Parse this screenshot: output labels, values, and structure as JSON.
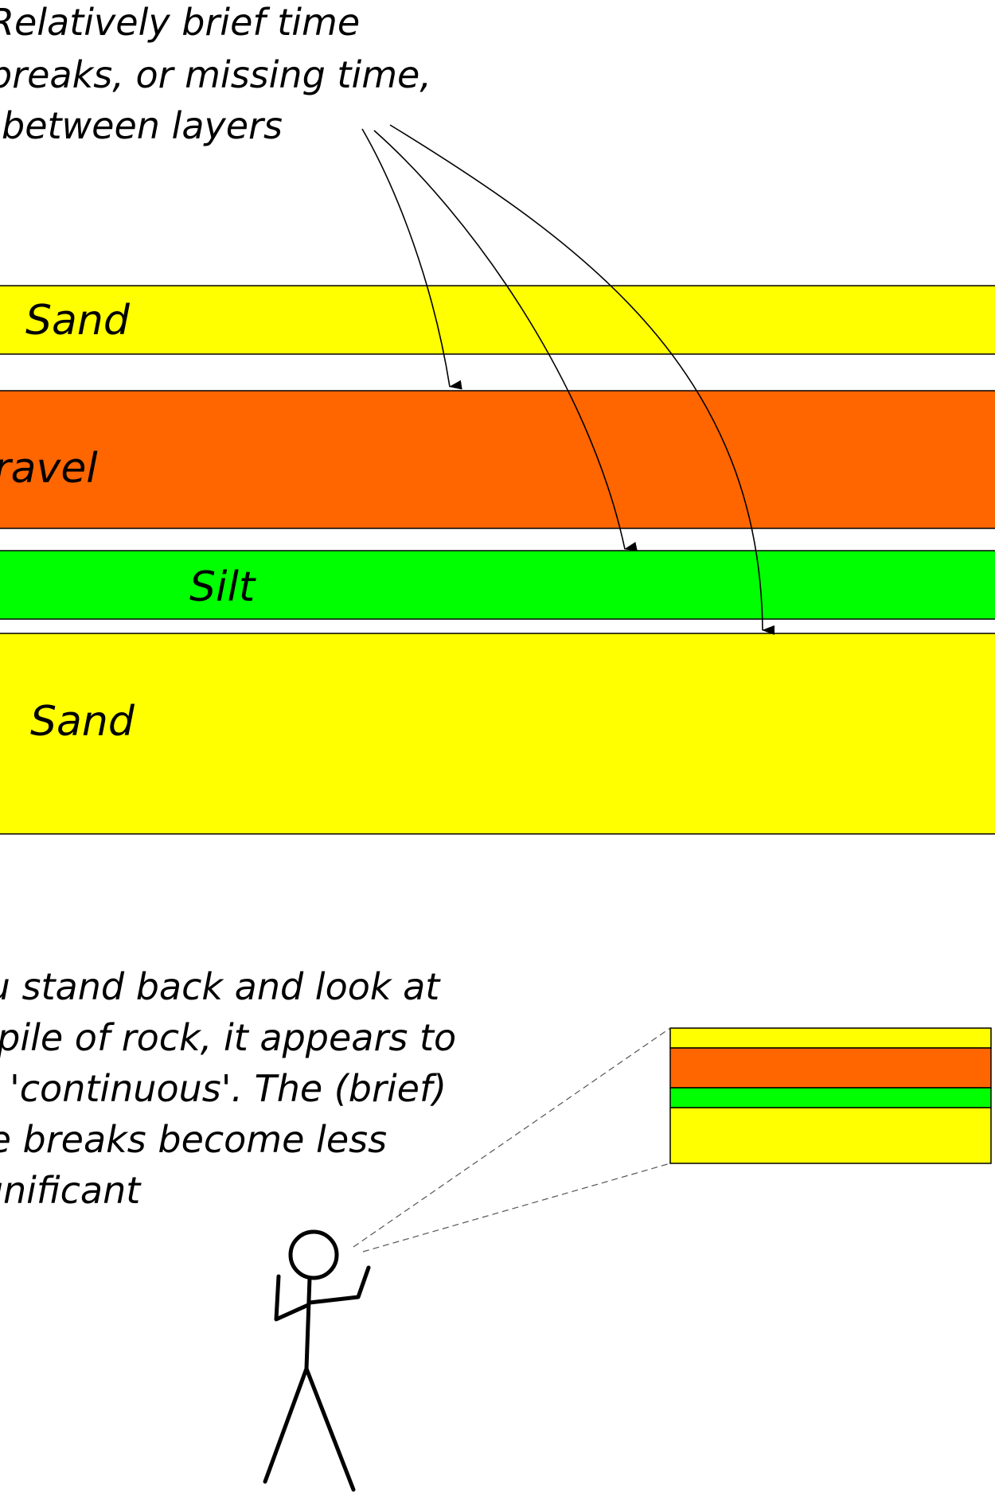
{
  "top_caption": {
    "lines": [
      "Relatively brief time",
      "breaks, or missing time,",
      "between layers"
    ]
  },
  "layers": [
    {
      "label": "Sand",
      "color": "#ffff00"
    },
    {
      "label": "Gravel",
      "color": "#ff6600"
    },
    {
      "label": "Silt",
      "color": "#00ff00"
    },
    {
      "label": "Sand",
      "color": "#ffff00"
    }
  ],
  "bottom_caption": {
    "lines": [
      "If you stand back and look at",
      "the pile of rock, it appears to",
      "be 'continuous'. The (brief)",
      "time breaks become less",
      "significant"
    ]
  },
  "colors": {
    "sand": "#ffff00",
    "gravel": "#ff6600",
    "silt": "#00ff00",
    "outline": "#000000"
  }
}
